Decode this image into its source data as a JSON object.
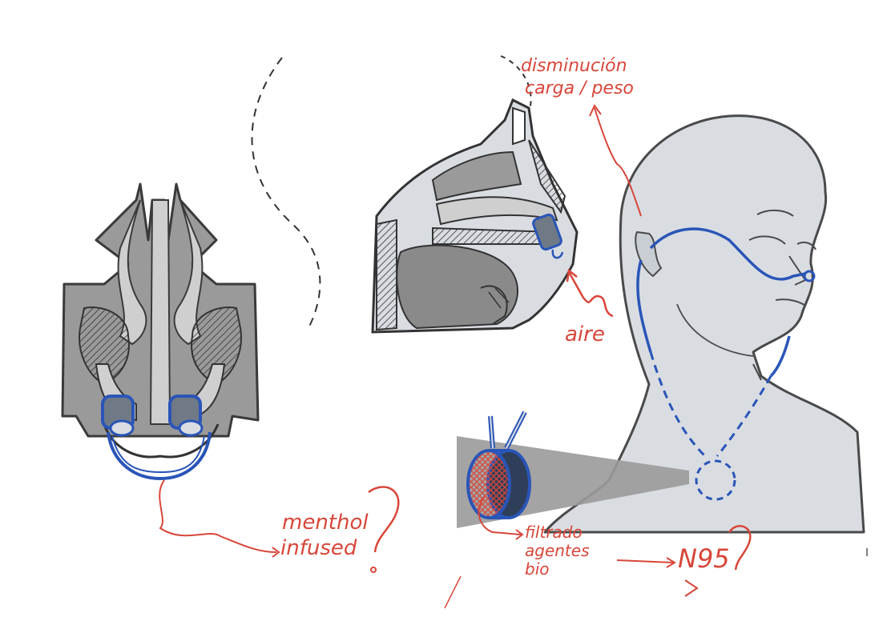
{
  "annotations": {
    "weight_reduction": [
      "disminución",
      "carga / peso"
    ],
    "air": "aire",
    "menthol": [
      "menthol",
      "infused"
    ],
    "filter": [
      "filtrado",
      "agentes",
      "bio"
    ],
    "n95": "N95"
  },
  "colors": {
    "ink_red": "#d8463a",
    "ink_blue": "#2a55b8",
    "skin_gray": "#d9dde2",
    "tissue_gray": "#9a9a9a",
    "outline": "#3a3a3a"
  },
  "icons": [
    "nasal-cross-section-drawing",
    "sagittal-nose-drawing",
    "head-with-tube-drawing",
    "filter-canister-drawing"
  ]
}
